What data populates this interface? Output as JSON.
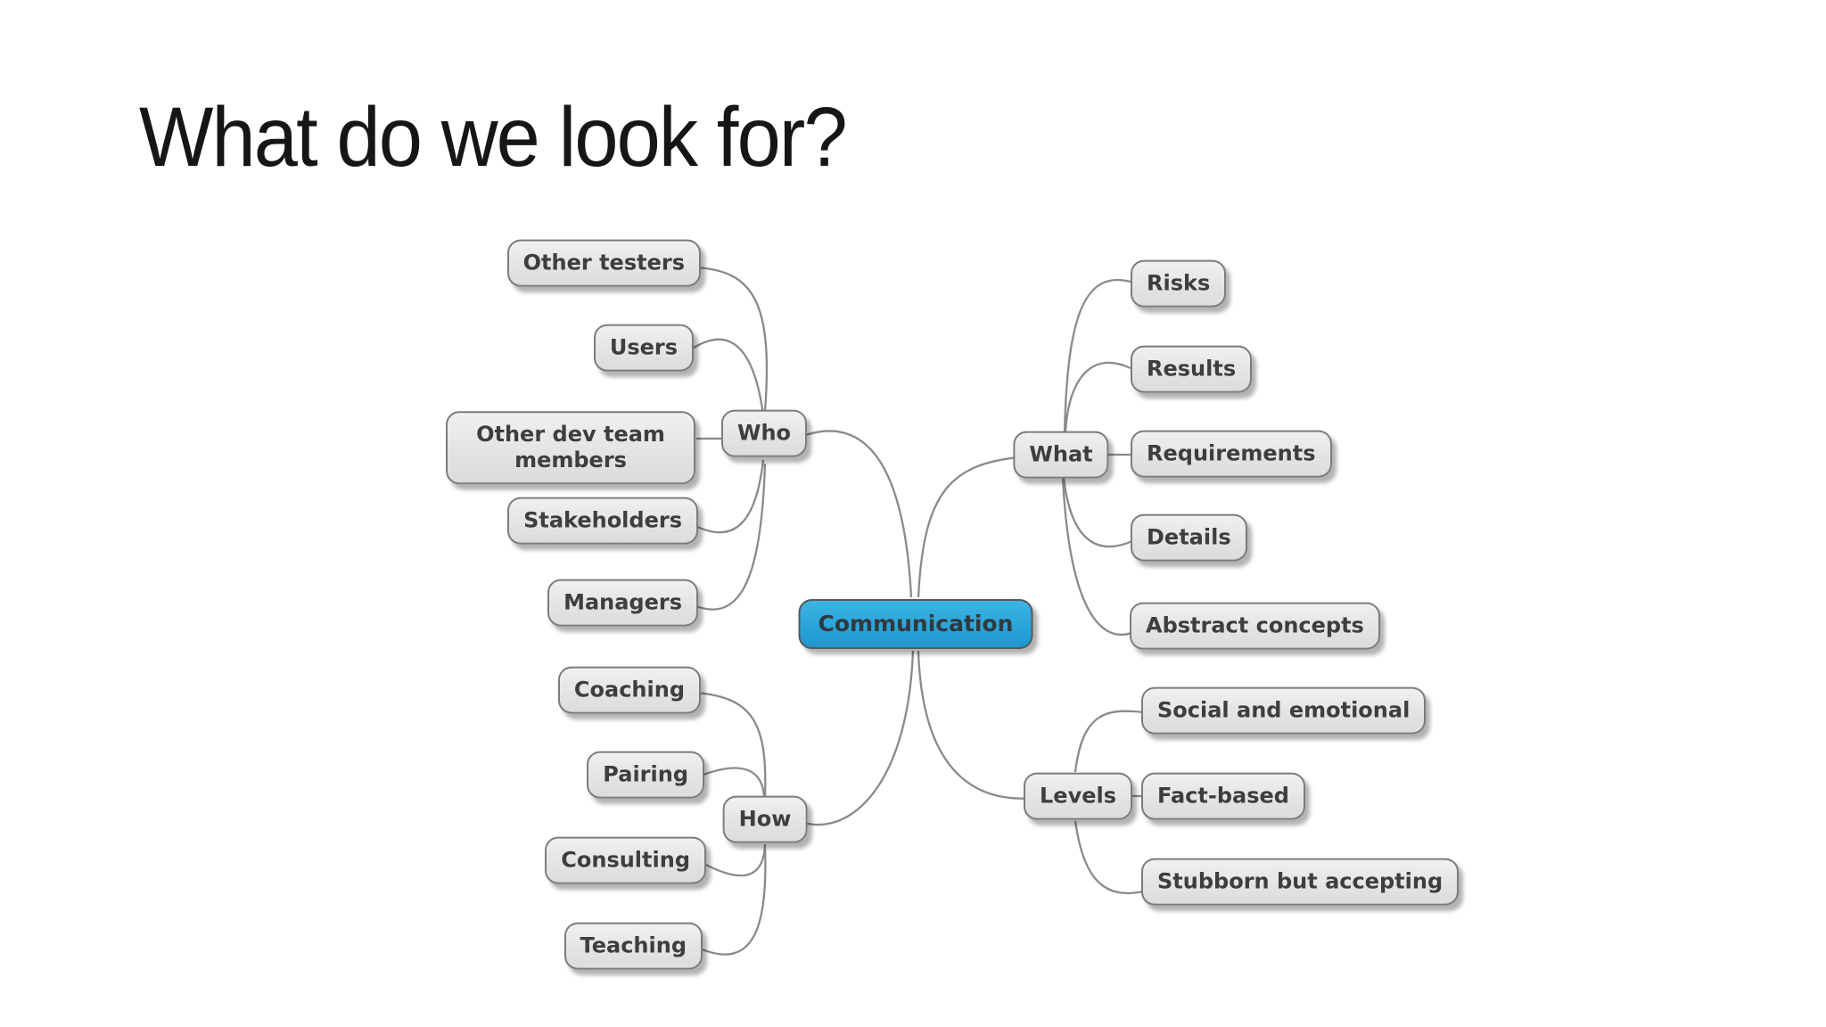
{
  "slide": {
    "title": "What do we look for?"
  },
  "mindmap": {
    "root": {
      "label": "Communication"
    },
    "branches": [
      {
        "label": "Who",
        "side": "left",
        "children": [
          "Other testers",
          "Users",
          "Other dev team members",
          "Stakeholders",
          "Managers"
        ]
      },
      {
        "label": "What",
        "side": "right",
        "children": [
          "Risks",
          "Results",
          "Requirements",
          "Details",
          "Abstract concepts"
        ]
      },
      {
        "label": "How",
        "side": "left",
        "children": [
          "Coaching",
          "Pairing",
          "Consulting",
          "Teaching"
        ]
      },
      {
        "label": "Levels",
        "side": "right",
        "children": [
          "Social and emotional",
          "Fact-based",
          "Stubborn but accepting"
        ]
      }
    ]
  },
  "colors": {
    "background": "#ffffff",
    "title_text": "#161616",
    "node_fill": "#e9e9e9",
    "node_border": "#7c7c7c",
    "node_text": "#3e3e3e",
    "root_fill": "#2ea8db",
    "root_border": "#54595c",
    "connector": "#8a8a8a"
  }
}
